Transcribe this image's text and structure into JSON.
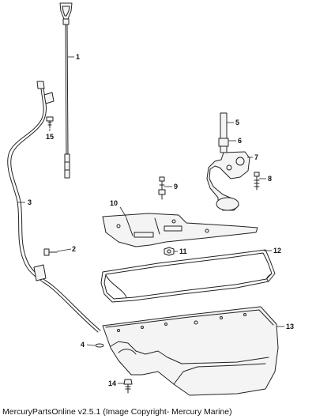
{
  "callouts": {
    "c1": "1",
    "c2": "2",
    "c3": "3",
    "c4": "4",
    "c5": "5",
    "c6": "6",
    "c7": "7",
    "c8": "8",
    "c9": "9",
    "c10": "10",
    "c11": "11",
    "c12": "12",
    "c13": "13",
    "c14": "14",
    "c15": "15"
  },
  "footer": {
    "caption": "MercuryPartsOnline v2.5.1 (Image Copyright- Mercury Marine)"
  }
}
